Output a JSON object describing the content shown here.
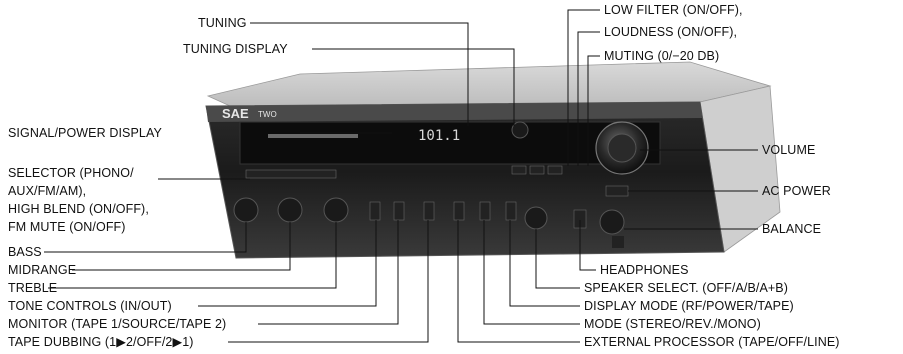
{
  "callouts": {
    "tuning": "TUNING",
    "tuning_display": "TUNING DISPLAY",
    "low_filter": "LOW FILTER (ON/OFF),",
    "loudness": "LOUDNESS (ON/OFF),",
    "muting": "MUTING (0/−20 DB)",
    "signal_power_display": "SIGNAL/POWER DISPLAY",
    "selector_1": "SELECTOR (PHONO/",
    "selector_2": "AUX/FM/AM),",
    "selector_3": "HIGH BLEND (ON/OFF),",
    "selector_4": "FM MUTE (ON/OFF)",
    "volume": "VOLUME",
    "ac_power": "AC POWER",
    "balance": "BALANCE",
    "bass": "BASS",
    "midrange": "MIDRANGE",
    "treble": "TREBLE",
    "tone_controls": "TONE CONTROLS (IN/OUT)",
    "monitor": "MONITOR (TAPE 1/SOURCE/TAPE 2)",
    "tape_dubbing": "TAPE DUBBING (1▶2/OFF/2▶1)",
    "headphones": "HEADPHONES",
    "speaker_select": "SPEAKER SELECT. (OFF/A/B/A+B)",
    "display_mode": "DISPLAY MODE (RF/POWER/TAPE)",
    "mode": "MODE (STEREO/REV./MONO)",
    "external_processor": "EXTERNAL PROCESSOR (TAPE/OFF/LINE)"
  },
  "device": {
    "brand": "SAE",
    "model": "TWO",
    "frequency_readout": "101.1"
  }
}
